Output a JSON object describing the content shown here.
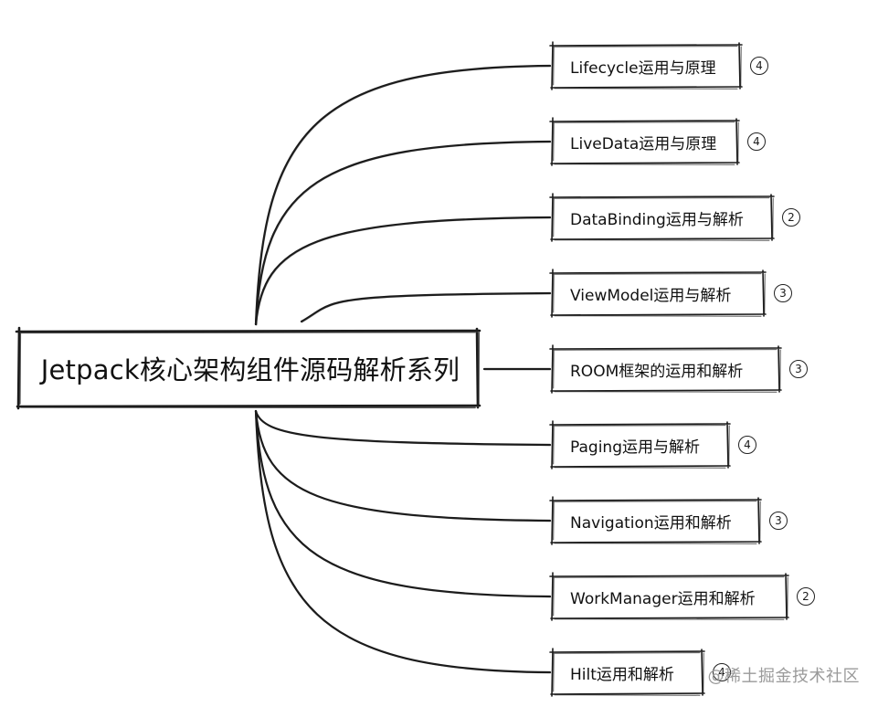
{
  "root": {
    "title": "Jetpack核心架构组件源码解析系列"
  },
  "children": [
    {
      "label": "Lifecycle运用与原理",
      "count": "4",
      "icon": "circled-number-icon"
    },
    {
      "label": "LiveData运用与原理",
      "count": "4",
      "icon": "circled-number-icon"
    },
    {
      "label": "DataBinding运用与解析",
      "count": "2",
      "icon": "circled-number-icon"
    },
    {
      "label": "ViewModel运用与解析",
      "count": "3",
      "icon": "circled-number-icon"
    },
    {
      "label": "ROOM框架的运用和解析",
      "count": "3",
      "icon": "circled-number-icon"
    },
    {
      "label": "Paging运用与解析",
      "count": "4",
      "icon": "circled-number-icon"
    },
    {
      "label": "Navigation运用和解析",
      "count": "3",
      "icon": "circled-number-icon"
    },
    {
      "label": "WorkManager运用和解析",
      "count": "2",
      "icon": "circled-number-icon"
    },
    {
      "label": "Hilt运用和解析",
      "count": "4",
      "icon": "circled-number-icon"
    }
  ],
  "watermark": {
    "text": "@稀土掘金技术社区"
  },
  "colors": {
    "ink": "#1c1c1c",
    "background": "#ffffff",
    "watermark": "#9a9a9a"
  }
}
